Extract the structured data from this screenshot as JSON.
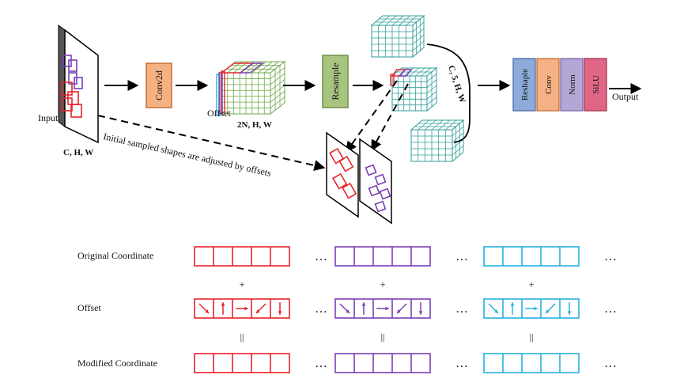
{
  "top": {
    "input_label": "Input",
    "input_dims": "C, H, W",
    "conv2d_label": "Conv2d",
    "offset_label": "Offset",
    "offset_dims": "2N, H, W",
    "resample_label": "Resample",
    "stack_dims": "C, 5, H, W",
    "adjust_caption": "Initial sampled shapes are adjusted by offsets",
    "head_blocks": [
      "Reshaple",
      "Conv",
      "Norm",
      "SiLU"
    ],
    "output_label": "Output"
  },
  "bottom": {
    "rows": [
      {
        "label": "Original Coordinate",
        "kind": "empty"
      },
      {
        "label": "Offset",
        "kind": "arrows"
      },
      {
        "label": "Modified Coordinate",
        "kind": "empty"
      }
    ],
    "plus_symbol": "+",
    "equals_symbol": "||",
    "ellipsis": "…",
    "groups": [
      {
        "name": "red",
        "color": "#e8232b"
      },
      {
        "name": "purple",
        "color": "#7b3fb5"
      },
      {
        "name": "cyan",
        "color": "#27b0e0"
      }
    ],
    "offset_arrows": [
      "down-right",
      "up",
      "right",
      "down-left",
      "down"
    ]
  },
  "colors": {
    "conv2d_fill": "#f6b183",
    "conv2d_stroke": "#c0703a",
    "resample_fill": "#a9c47f",
    "resample_stroke": "#6e8e46",
    "reshape_fill": "#8eaadb",
    "conv_fill": "#f4b183",
    "norm_fill": "#b4a7d6",
    "silu_fill": "#e06687",
    "grid_teal": "#2f9e98",
    "grid_green": "#6fa84a"
  }
}
